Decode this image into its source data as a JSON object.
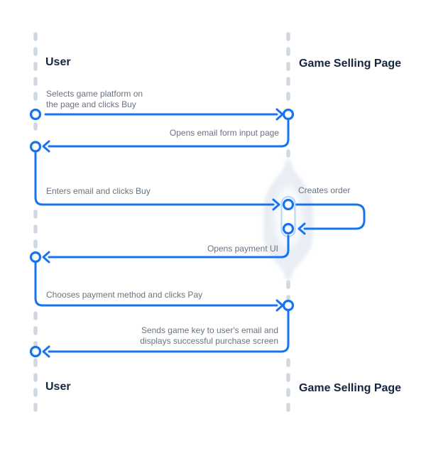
{
  "diagram": {
    "type": "sequence-diagram",
    "actors": {
      "user": {
        "label": "User"
      },
      "game_selling_page": {
        "label": "Game Selling Page"
      }
    },
    "messages": {
      "m1": {
        "from": "User",
        "to": "Game Selling Page",
        "text": "Selects game platform on\nthe page and clicks Buy"
      },
      "m2": {
        "from": "Game Selling Page",
        "to": "User",
        "text": "Opens email form input page"
      },
      "m3": {
        "from": "User",
        "to": "Game Selling Page",
        "text": "Enters email and clicks Buy"
      },
      "m4": {
        "from": "Game Selling Page",
        "to": "Game Selling Page",
        "text": "Creates order"
      },
      "m5": {
        "from": "Game Selling Page",
        "to": "User",
        "text": "Opens payment UI"
      },
      "m6": {
        "from": "User",
        "to": "Game Selling Page",
        "text": "Chooses payment method and clicks Pay"
      },
      "m7": {
        "from": "Game Selling Page",
        "to": "User",
        "text": "Sends game key to user's email and\ndisplays successful purchase screen"
      }
    }
  },
  "colors": {
    "arrow": "#1674f0",
    "lifeline": "#cfd8e0",
    "title": "#16253e",
    "label": "#6a7380",
    "glow": "#e9eef4",
    "capsule": "#b7d3f4",
    "bg": "#ffffff"
  }
}
